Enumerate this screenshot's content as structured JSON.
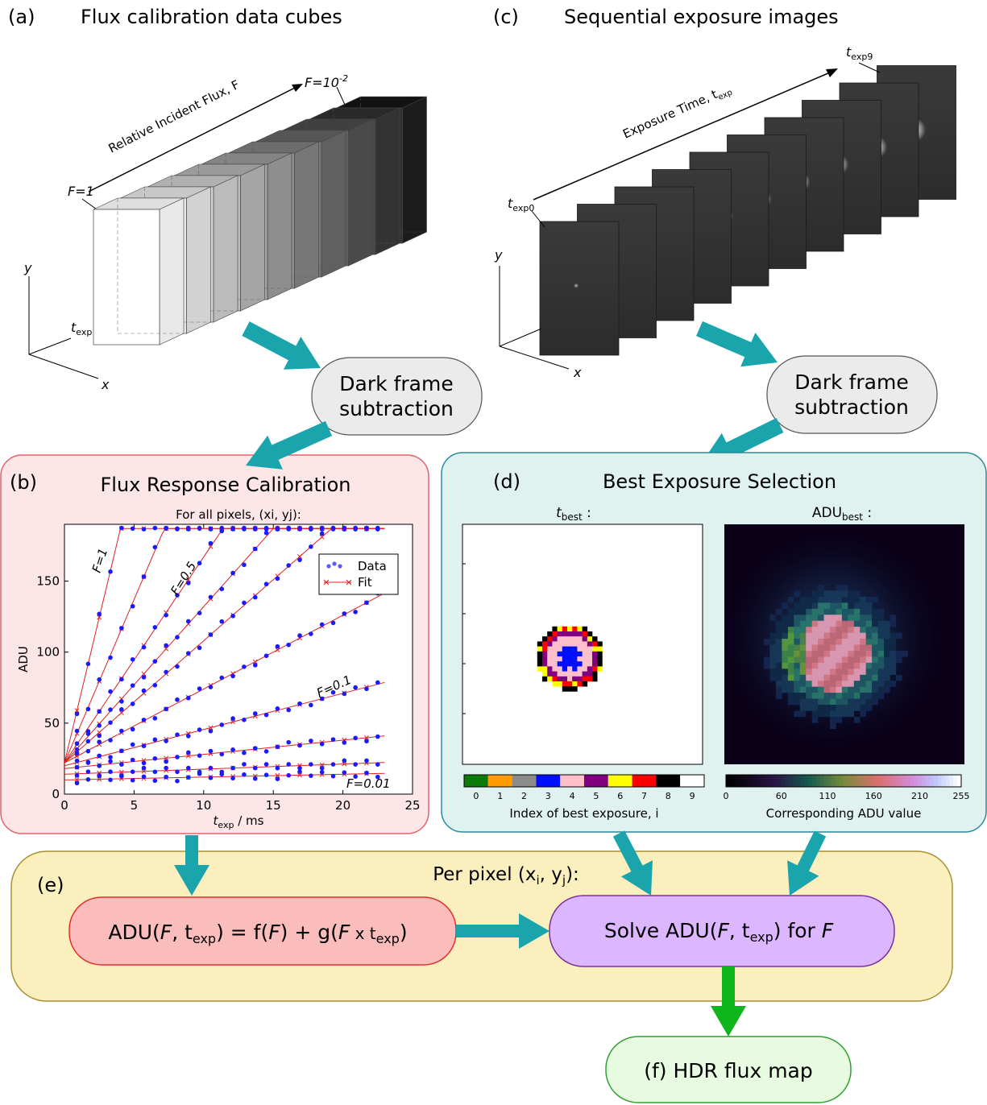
{
  "panel_a": {
    "tag": "(a)",
    "title": "Flux calibration data cubes",
    "axis_label": "Relative Incident Flux, F",
    "f_start": "F=1",
    "f_end_base": "F=10",
    "f_end_exp": "-2",
    "t_label": "t",
    "t_sub": "exp",
    "y_label": "y",
    "x_label": "x",
    "cube_count": 10
  },
  "panel_c": {
    "tag": "(c)",
    "title": "Sequential exposure images",
    "axis_label_main": "Exposure Time, t",
    "axis_label_sub": "exp",
    "t_first": "t",
    "t_first_sub": "exp0",
    "t_last": "t",
    "t_last_sub": "exp9",
    "y_label": "y",
    "x_label": "x",
    "frame_count": 10
  },
  "dark_frame": {
    "line1": "Dark frame",
    "line2": "subtraction"
  },
  "panel_b": {
    "tag": "(b)",
    "title": "Flux Response Calibration",
    "subtitle": "For all pixels, (xi, yj):",
    "legend_data": "Data",
    "legend_fit": "Fit",
    "curve_labels": [
      "F=1",
      "F=0.5",
      "F=0.1",
      "F=0.01"
    ]
  },
  "chart_data": {
    "type": "scatter",
    "title": "For all pixels, (xi, yj):",
    "xlabel": "t_exp / ms",
    "ylabel": "ADU",
    "xlim": [
      0,
      25
    ],
    "ylim": [
      0,
      190
    ],
    "xticks": [
      0,
      5,
      10,
      15,
      20,
      25
    ],
    "yticks": [
      0,
      50,
      100,
      150
    ],
    "saturation": 187,
    "legend": "top-right",
    "series": [
      {
        "label": "F=1",
        "intercept": 22,
        "slope": 41.0
      },
      {
        "label": "",
        "intercept": 22,
        "slope": 23.0
      },
      {
        "label": "",
        "intercept": 22,
        "slope": 14.5
      },
      {
        "label": "F=0.5",
        "intercept": 22,
        "slope": 11.0
      },
      {
        "label": "",
        "intercept": 22,
        "slope": 8.6
      },
      {
        "label": "",
        "intercept": 22,
        "slope": 5.2
      },
      {
        "label": "F=0.1",
        "intercept": 20,
        "slope": 2.55
      },
      {
        "label": "",
        "intercept": 18,
        "slope": 1.0
      },
      {
        "label": "",
        "intercept": 14,
        "slope": 0.36
      },
      {
        "label": "F=0.01",
        "intercept": 10,
        "slope": 0.2
      }
    ]
  },
  "panel_d": {
    "tag": "(d)",
    "title": "Best Exposure Selection",
    "left_title": "t",
    "left_title_sub": "best",
    "right_title": "ADU",
    "right_title_sub": "best",
    "left_cbar_ticks": [
      "0",
      "1",
      "2",
      "3",
      "4",
      "5",
      "6",
      "7",
      "8",
      "9"
    ],
    "left_cbar_colors": [
      "#0a7a0a",
      "#ff9a00",
      "#8c8c8c",
      "#0010ff",
      "#ffc0cb",
      "#800080",
      "#ffff00",
      "#ff0000",
      "#000000",
      "#ffffff"
    ],
    "left_cbar_label": "Index of best exposure, i",
    "right_cbar_ticks": [
      "0",
      "60",
      "110",
      "160",
      "210",
      "255"
    ],
    "right_cbar_label": "Corresponding ADU value"
  },
  "panel_e": {
    "tag": "(e)",
    "header_base": "Per pixel (x",
    "header_i": "i",
    "header_mid": ", y",
    "header_j": "j",
    "header_end": "):",
    "box1_pre": "ADU(",
    "box1_F": "F",
    "box1_comma": ", t",
    "box1_sub": "exp",
    "box1_mid": ") = f(",
    "box1_F2": "F",
    "box1_mid2": ") + g(",
    "box1_F3": "F",
    "box1_x": " x t",
    "box1_sub2": "exp",
    "box1_end": ")",
    "box2_pre": "Solve ADU(",
    "box2_F": "F",
    "box2_comma": ", t",
    "box2_sub": "exp",
    "box2_mid": ") for ",
    "box2_F2": "F"
  },
  "panel_f": {
    "label": "(f)  HDR flux map"
  },
  "colors": {
    "teal_arrow": "#1aa5ad",
    "green_arrow": "#0fb51c",
    "b_fill": "#fde6e8",
    "b_stroke": "#e4606c",
    "d_fill": "#dff2f0",
    "d_stroke": "#2a8a9a",
    "e_fill": "#fbf0bd",
    "e_stroke": "#a89030",
    "box1_fill": "#fbbcbc",
    "box1_stroke": "#e03030",
    "box2_fill": "#dcb6ff",
    "box2_stroke": "#7a30a0",
    "f_fill": "#e6fbe0",
    "f_stroke": "#30a030",
    "dark_fill": "#ebebeb"
  }
}
